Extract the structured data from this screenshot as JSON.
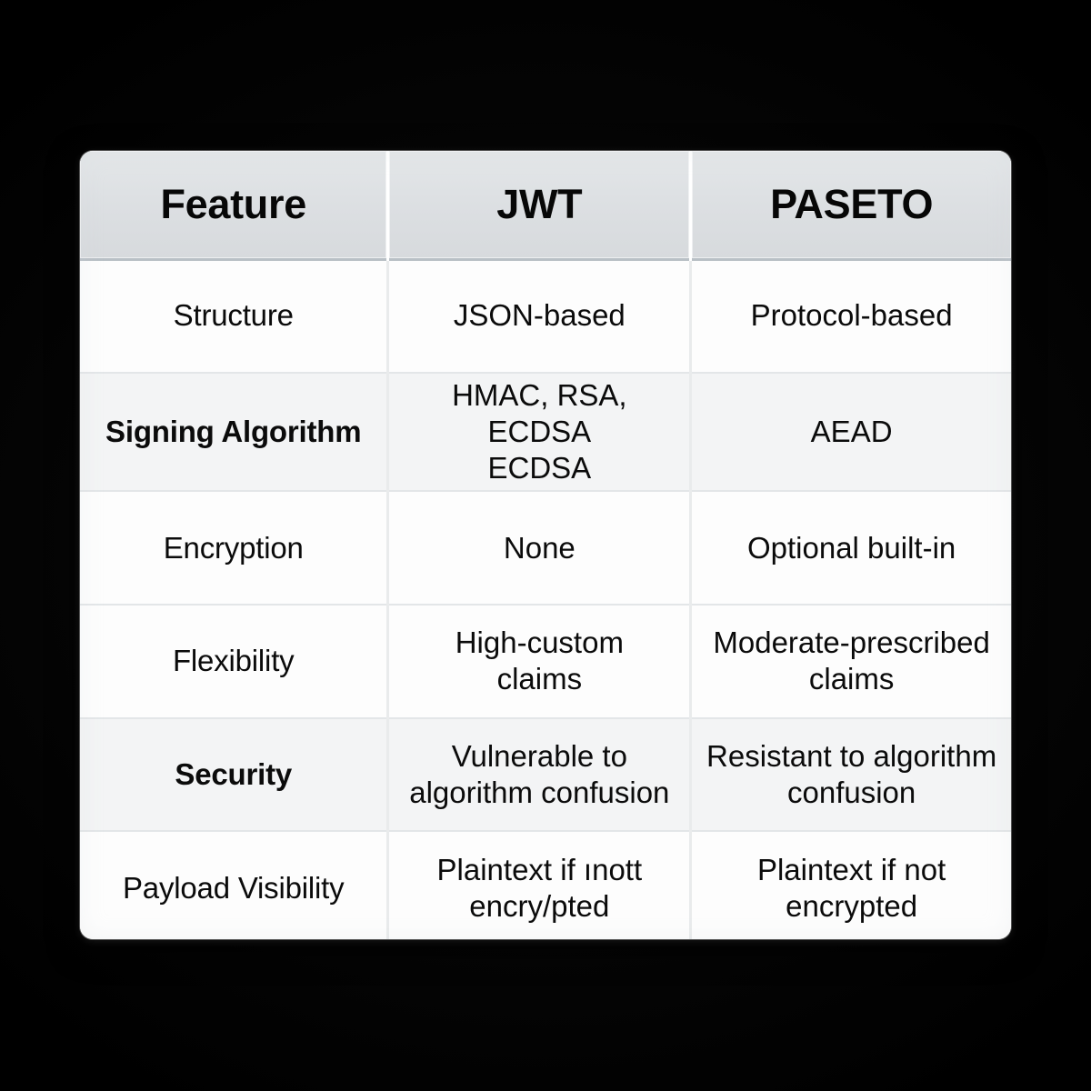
{
  "background_color": "#050505",
  "table": {
    "title_implied": "JWT vs PASETO comparison",
    "header_bg": "#dde0e3",
    "body_bg": "#fdfdfd",
    "alt_row_bg": "#f3f4f5",
    "text_color": "#0b0b0b",
    "columns": [
      "Feature",
      "JWT",
      "PASETO"
    ],
    "rows": [
      {
        "feature": "Structure",
        "jwt": [
          "JSON-based"
        ],
        "paseto": [
          "Protocol-based"
        ]
      },
      {
        "feature": "Signing Algorithm",
        "jwt": [
          "HMAC, RSA, ECDSA",
          "ECDSA"
        ],
        "paseto": [
          "AEAD"
        ]
      },
      {
        "feature": "Encryption",
        "jwt": [
          "None"
        ],
        "paseto": [
          "Optional built-in"
        ]
      },
      {
        "feature": "Flexibility",
        "jwt": [
          "High-custom",
          "claims"
        ],
        "paseto": [
          "Moderate-prescribed",
          "claims"
        ]
      },
      {
        "feature": "Security",
        "jwt": [
          "Vulnerable to",
          "algorithm confusion"
        ],
        "paseto": [
          "Resistant to algorithm",
          "confusion"
        ]
      },
      {
        "feature": "Payload Visibility",
        "jwt": [
          "Plaintext if ınott",
          "encry/pted"
        ],
        "paseto": [
          "Plaintext if not",
          "encrypted"
        ]
      }
    ]
  }
}
